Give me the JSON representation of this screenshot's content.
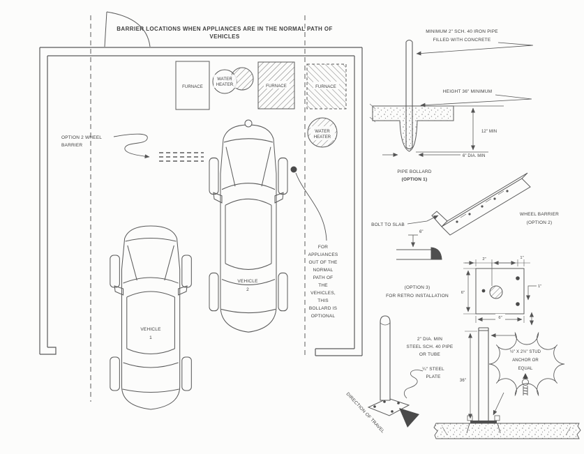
{
  "banner": {
    "line1": "BARRIER LOCATIONS WHEN APPLIANCES ARE IN THE NORMAL PATH OF",
    "line2": "VEHICLES"
  },
  "plan": {
    "furnace_left_label": "FURNACE",
    "furnace_mid_label": "FURNACE",
    "furnace_right_label": "FURNACE",
    "water_heater_top": {
      "line1": "WATER",
      "line2": "HEATER"
    },
    "water_heater_side": {
      "line1": "WATER",
      "line2": "HEATER"
    },
    "option2_wheel_barrier": {
      "line1": "OPTION 2 WHEEL",
      "line2": "BARRIER"
    },
    "vehicle1": {
      "line1": "VEHICLE",
      "line2": "1"
    },
    "vehicle2": {
      "line1": "VEHICLE",
      "line2": "2"
    },
    "optional_bollard_note": [
      "FOR",
      "APPLIANCES",
      "OUT OF THE",
      "NORMAL",
      "PATH OF",
      "THE",
      "VEHICLES,",
      "THIS",
      "BOLLARD IS",
      "OPTIONAL"
    ]
  },
  "details": {
    "pipe_note": {
      "line1": "MINIMUM 2\" SCH. 40 IRON PIPE",
      "line2": "FILLED WITH CONCRETE"
    },
    "height_note": "HEIGHT 36\" MINIMUM",
    "embed_depth": "12\" MIN",
    "footing_dia": "6\" DIA. MIN",
    "pipe_bollard": {
      "line1": "PIPE BOLLARD",
      "line2": "(OPTION 1)"
    },
    "bolt_to_slab": "BOLT TO SLAB",
    "wheel_barrier": {
      "line1": "WHEEL BARRIER",
      "line2": "(OPTION 2)"
    },
    "curb_height": "6\"",
    "option3": {
      "line1": "(OPTION 3)",
      "line2": "FOR RETRO INSTALLATION"
    },
    "plate_dims": {
      "top_left": "2\"",
      "top_right": "1\"",
      "left": "6\"",
      "right": "1\"",
      "bottom": "6\""
    },
    "pipe_spec": {
      "line1": "2\" DIA. MIN",
      "line2": "STEEL SCH. 40 PIPE",
      "line3": "OR TUBE"
    },
    "steel_plate": {
      "line1": "¼\" STEEL",
      "line2": "PLATE"
    },
    "direction_of_travel": "DIRECTION OF TRAVEL",
    "post_height": "36\"",
    "stud_anchor": {
      "line1": "½\" X 2½\" STUD",
      "line2": "ANCHOR OR",
      "line3": "EQUAL"
    }
  }
}
